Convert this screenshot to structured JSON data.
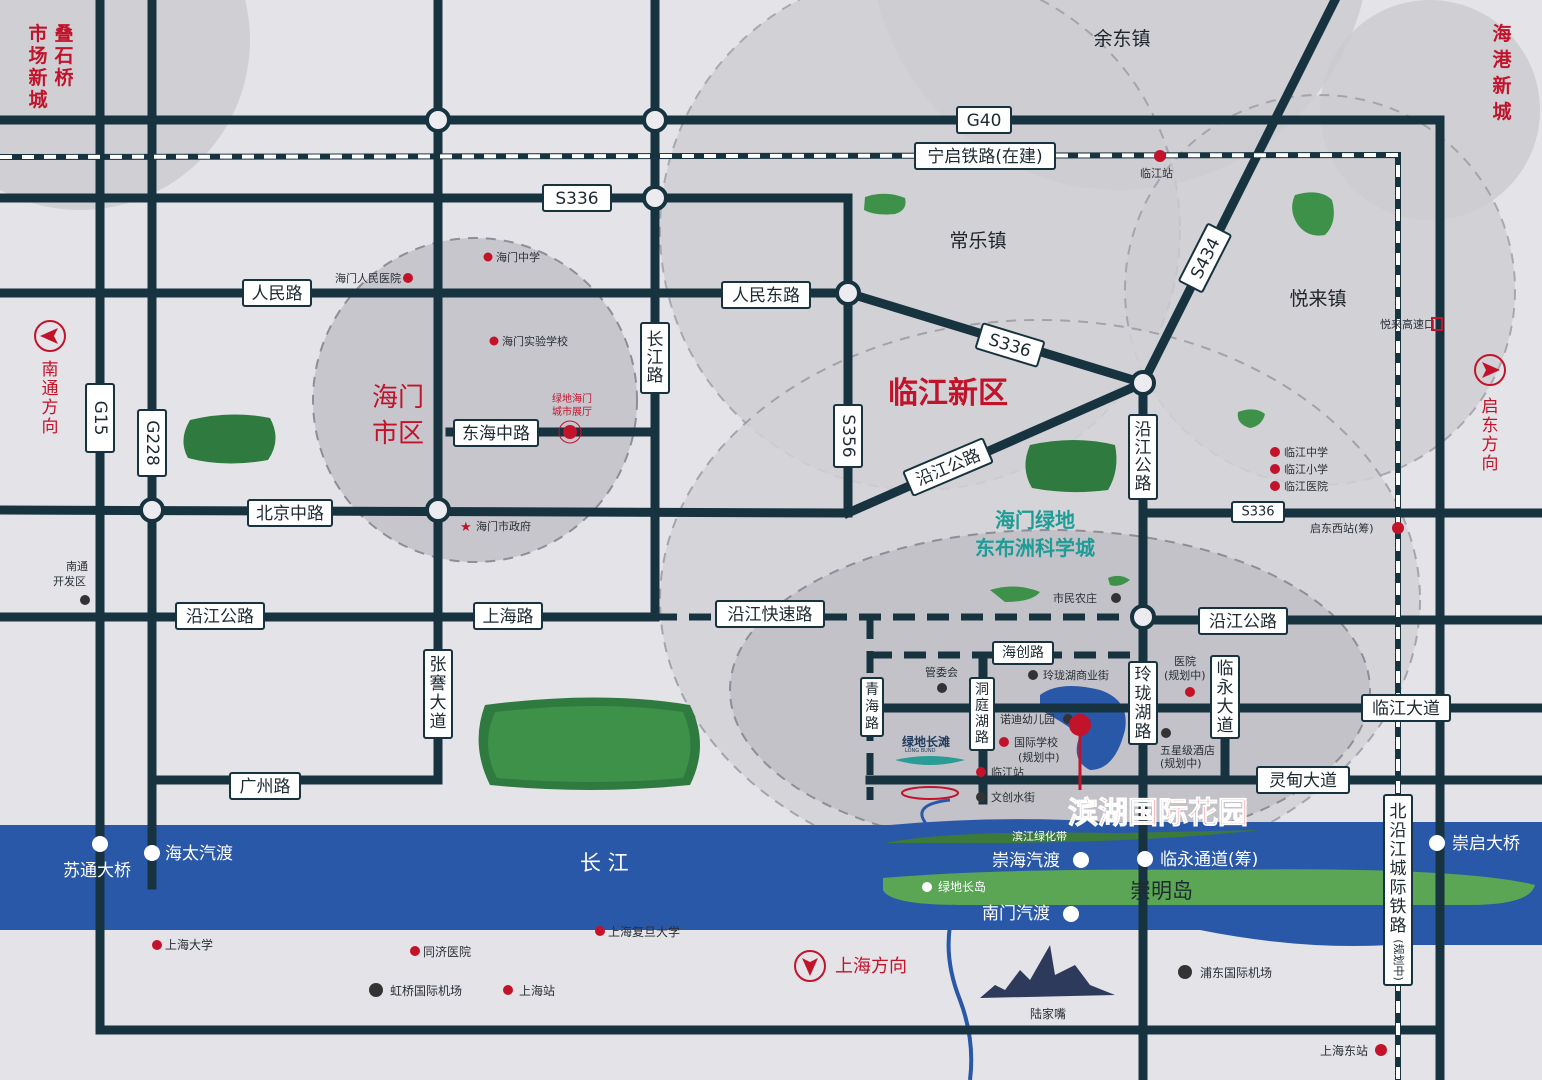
{
  "towns": {
    "yudong": "余东镇",
    "changle": "常乐镇",
    "yuelai": "悦来镇"
  },
  "districts": {
    "haimen_line1": "海门",
    "haimen_line2": "市区",
    "linjiang": "临江新区"
  },
  "science_city": {
    "line1": "海门绿地",
    "line2": "东布洲科学城"
  },
  "edge_labels": {
    "top_left": [
      "叠石桥",
      "市场新城"
    ],
    "top_right": "海港新城",
    "nantong": "南通方向",
    "qidong": "启东方向",
    "shanghai_dir": "上海方向"
  },
  "roads": {
    "g40": "G40",
    "ningqi": "宁启铁路(在建)",
    "s336_top": "S336",
    "s336_diag": "S336",
    "s336_right": "S336",
    "renmin": "人民路",
    "renmin_east": "人民东路",
    "changjiang": "长江路",
    "donghai": "东海中路",
    "beijing": "北京中路",
    "yanjiang_left": "沿江公路",
    "shanghai_rd": "上海路",
    "yanjiang_fast": "沿江快速路",
    "yanjiang_right": "沿江公路",
    "yanjiang_diag": "沿江公路",
    "yanjiang_vert": "沿江公路",
    "s356": "S356",
    "s434": "S434",
    "g15": "G15",
    "g228": "G228",
    "zhangqian": "张謇大道",
    "guangzhou": "广州路",
    "haichuang": "海创路",
    "qinghai": "青海路",
    "dongting": "洞庭湖路",
    "linglong": "玲珑湖路",
    "linyong": "临永大道",
    "linjiang_ave": "临江大道",
    "lingdian": "灵甸大道",
    "bei_yanjiang": "北沿江城际铁路",
    "bei_yanjiang_note": "(规划中)"
  },
  "poi": {
    "haimen_mid": "海门中学",
    "haimen_hosp": "海门人民医院",
    "haimen_exp": "海门实验学校",
    "showroom": "绿地海门城市展厅",
    "gov": "海门市政府",
    "nt_dev": "南通开发区",
    "linjiang_st": "临江站",
    "yuelai_exit": "悦来高速口",
    "lj_mid": "临江中学",
    "lj_pri": "临江小学",
    "lj_hosp": "临江医院",
    "qidong_west": "启东西站(筹)",
    "farm": "市民农庄",
    "guanwei": "管委会",
    "linglong_st": "玲珑湖商业街",
    "hospital_plan_1": "医院",
    "hospital_plan_2": "(规划中)",
    "kinder": "诺迪幼儿园",
    "intl_school_1": "国际学校",
    "intl_school_2": "(规划中)",
    "hotel_1": "五星级酒店",
    "hotel_2": "(规划中)",
    "linjiang_station2": "临江站",
    "wenchuang": "文创水街",
    "binjiang_green": "滨江绿化带",
    "longbund_cn": "绿地长滩",
    "longbund_en": "LONG BUND",
    "sutong": "苏通大桥",
    "haitai": "海太汽渡",
    "chonghai": "崇海汽渡",
    "linyong_tunnel": "临永通道(筹)",
    "chongqi": "崇启大桥",
    "river": "长  江",
    "chongming": "崇明岛",
    "greenland_island": "绿地长岛",
    "nanmen": "南门汽渡",
    "sh_univ": "上海大学",
    "tongji": "同济医院",
    "fudan": "上海复旦大学",
    "hongqiao": "虹桥国际机场",
    "sh_station": "上海站",
    "pudong": "浦东国际机场",
    "lujiazui": "陆家嘴",
    "sh_east": "上海东站"
  },
  "project": "滨湖国际花园",
  "colors": {
    "road": "#16333f",
    "accent": "#c3132b",
    "river": "#2a58a8",
    "island": "#5aa655",
    "teal": "#1f9c96"
  }
}
